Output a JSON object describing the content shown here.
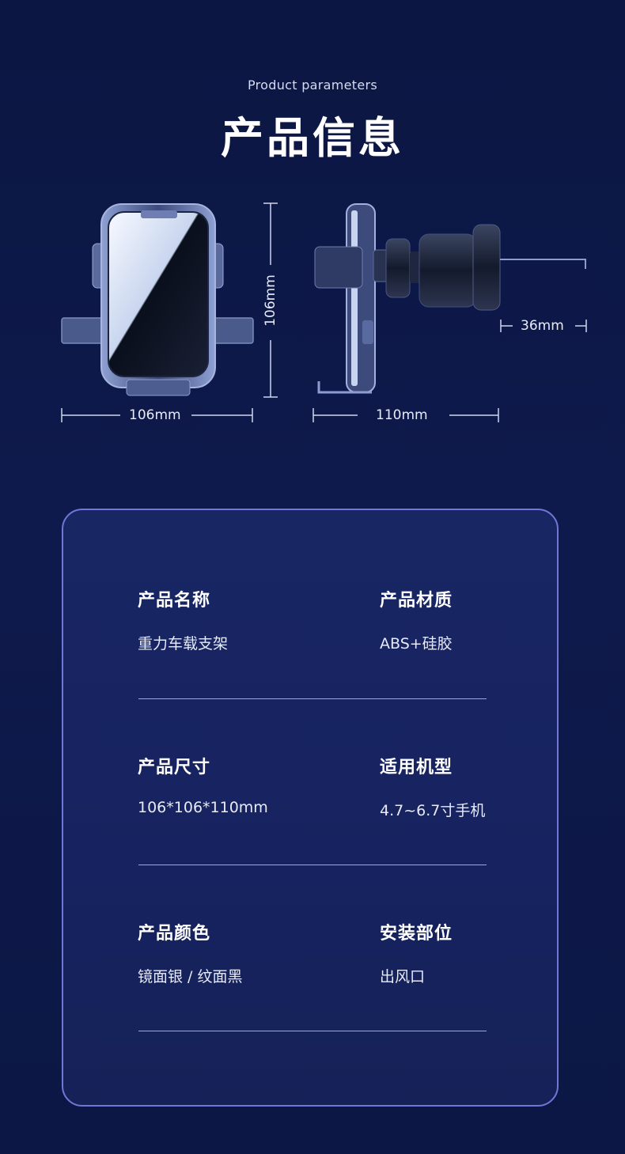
{
  "header": {
    "subtitle": "Product parameters",
    "title": "产品信息"
  },
  "dimensions": {
    "front_width": "106mm",
    "front_height": "106mm",
    "side_depth": "110mm",
    "clip_width": "36mm"
  },
  "params": [
    {
      "label": "产品名称",
      "value": "重力车载支架"
    },
    {
      "label": "产品材质",
      "value": "ABS+硅胶"
    },
    {
      "label": "产品尺寸",
      "value": "106*106*110mm"
    },
    {
      "label": "适用机型",
      "value": "4.7~6.7寸手机"
    },
    {
      "label": "产品颜色",
      "value": "镜面银 / 纹面黑"
    },
    {
      "label": "安装部位",
      "value": "出风口"
    }
  ],
  "colors": {
    "background": "#0c1745",
    "card_border": "#6f78d6",
    "card_fill": "#172360"
  }
}
